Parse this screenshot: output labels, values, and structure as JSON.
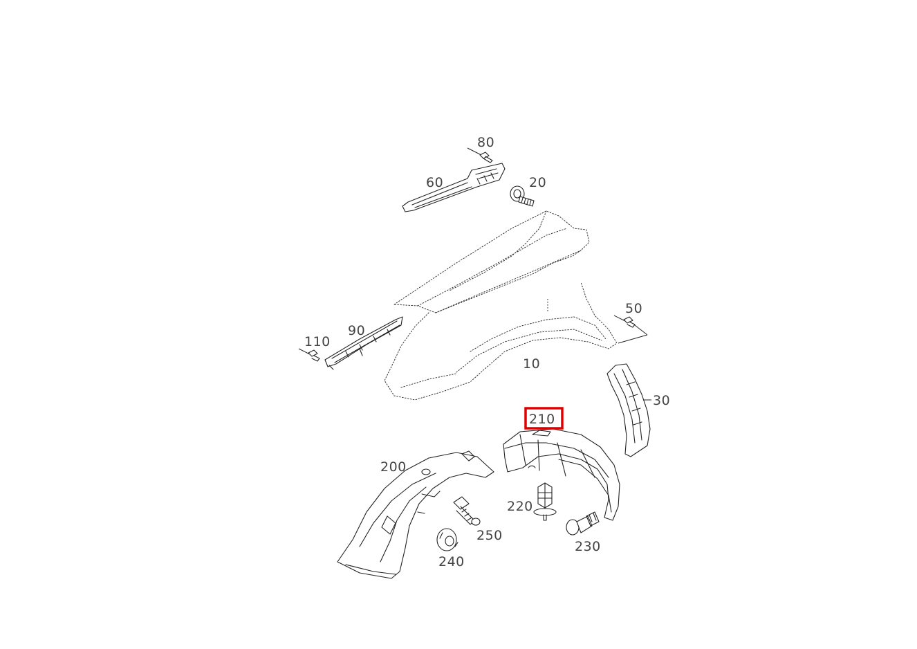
{
  "callouts": {
    "c80": "80",
    "c60": "60",
    "c20": "20",
    "c50": "50",
    "c110": "110",
    "c90": "90",
    "c10": "10",
    "c30": "30",
    "c210": "210",
    "c200": "200",
    "c220": "220",
    "c250": "250",
    "c240": "240",
    "c230": "230"
  },
  "highlighted_callout": "210",
  "colors": {
    "highlight": "#e00000",
    "line": "#222222",
    "label": "#444444"
  }
}
